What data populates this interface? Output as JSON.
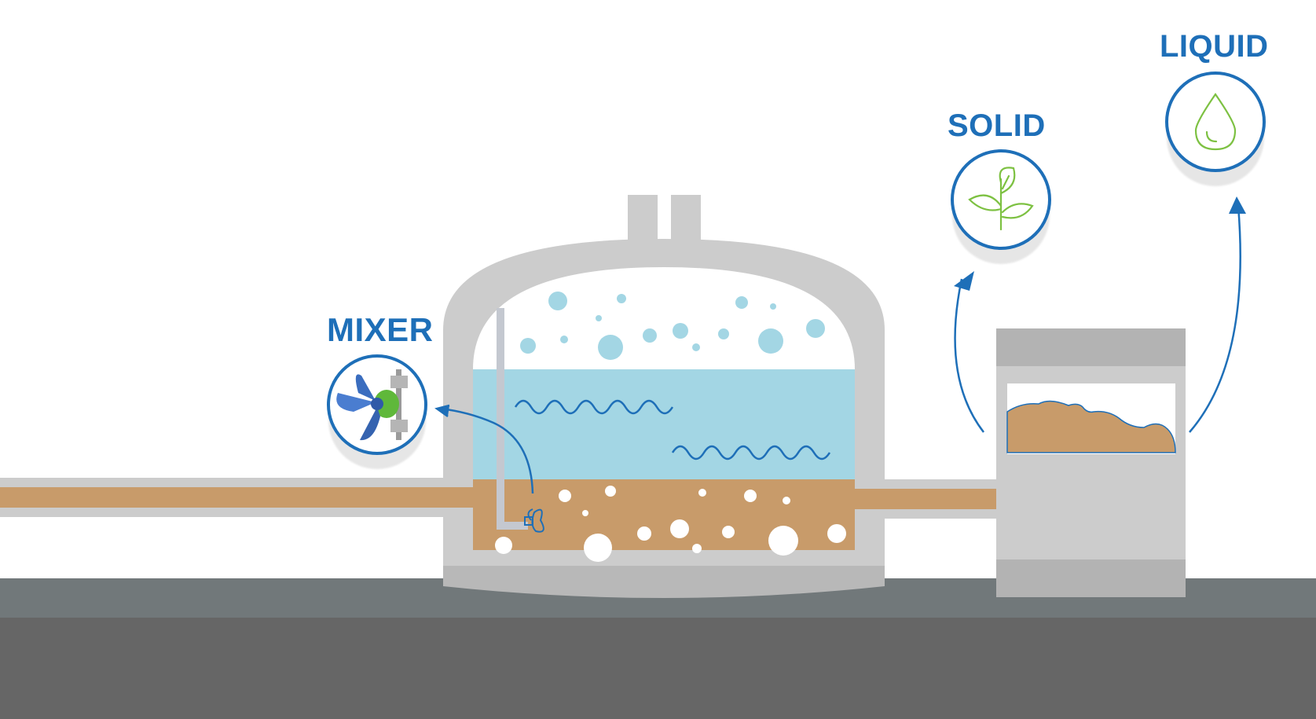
{
  "labels": {
    "mixer": "MIXER",
    "solid": "SOLID",
    "liquid": "LIQUID"
  },
  "icons": {
    "mixer": "mixer-propeller-icon",
    "solid": "plant-sprout-icon",
    "liquid": "water-drop-icon"
  },
  "colors": {
    "accent_blue": "#1e6fb8",
    "liquid_blue": "#a3d6e4",
    "bubble_blue": "#a3d6e4",
    "digestate_brown": "#c89b6a",
    "tank_gray": "#cccccc",
    "ground_dark": "#666666",
    "ground_band": "#71787a",
    "plant_green": "#7dc142"
  }
}
